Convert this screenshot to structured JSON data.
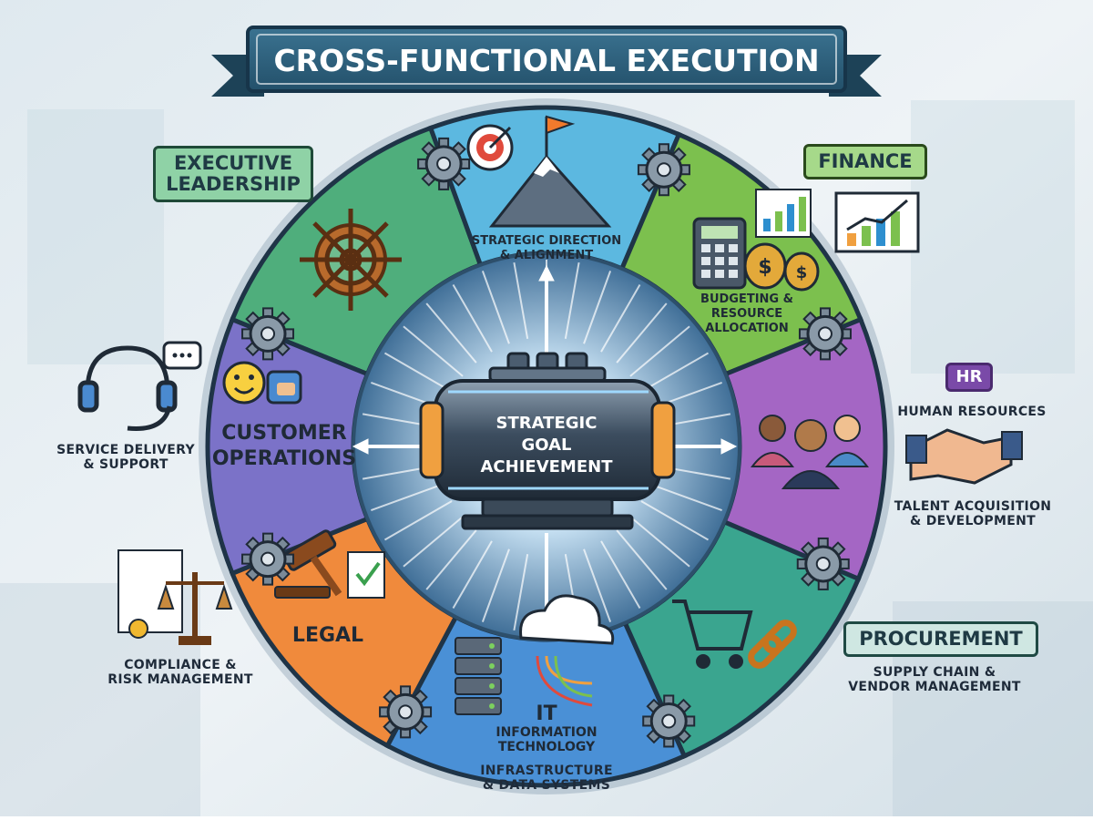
{
  "title": "CROSS-FUNCTIONAL EXECUTION",
  "center": {
    "line1": "STRATEGIC",
    "line2": "GOAL",
    "line3": "ACHIEVEMENT"
  },
  "segments": {
    "strategy": {
      "line1": "STRATEGIC DIRECTION",
      "line2": "& ALIGNMENT"
    },
    "finance": {
      "line1": "BUDGETING &",
      "line2": "RESOURCE",
      "line3": "ALLOCATION"
    },
    "customer": {
      "line1": "CUSTOMER",
      "line2": "OPERATIONS"
    },
    "legal": {
      "label": "LEGAL"
    },
    "it": {
      "abbr": "IT",
      "line1": "INFORMATION",
      "line2": "TECHNOLOGY"
    }
  },
  "outer": {
    "executive": {
      "line1": "EXECUTIVE",
      "line2": "LEADERSHIP"
    },
    "finance": {
      "tag": "FINANCE"
    },
    "hr": {
      "badge": "HR",
      "title": "HUMAN RESOURCES",
      "line1": "TALENT ACQUISITION",
      "line2": "& DEVELOPMENT"
    },
    "service": {
      "line1": "SERVICE DELIVERY",
      "line2": "& SUPPORT"
    },
    "compliance": {
      "line1": "COMPLIANCE &",
      "line2": "RISK MANAGEMENT"
    },
    "procurement": {
      "tag": "PROCUREMENT",
      "line1": "SUPPLY CHAIN &",
      "line2": "VENDOR MANAGEMENT"
    },
    "infra": {
      "line1": "INFRASTRUCTURE",
      "line2": "& DATA SYSTEMS"
    }
  },
  "colors": {
    "exec": "#4fae7c",
    "strategy": "#5cb8e0",
    "finance": "#7cc04e",
    "hr": "#a466c4",
    "procurement": "#3aa58f",
    "it": "#4a90d6",
    "legal": "#f08a3c",
    "customer": "#7b72c8",
    "banner": "#2a5a72"
  },
  "icons": [
    "ships-wheel-icon",
    "mountain-flag-icon",
    "target-icon",
    "calculator-icon",
    "money-bag-icon",
    "bar-chart-icon",
    "people-icon",
    "handshake-icon",
    "shopping-cart-icon",
    "chain-link-icon",
    "cloud-icon",
    "server-icon",
    "gavel-icon",
    "scales-icon",
    "headset-icon",
    "chat-bubble-icon",
    "smiley-icon",
    "thumbs-up-icon",
    "gear-icon",
    "document-icon"
  ]
}
